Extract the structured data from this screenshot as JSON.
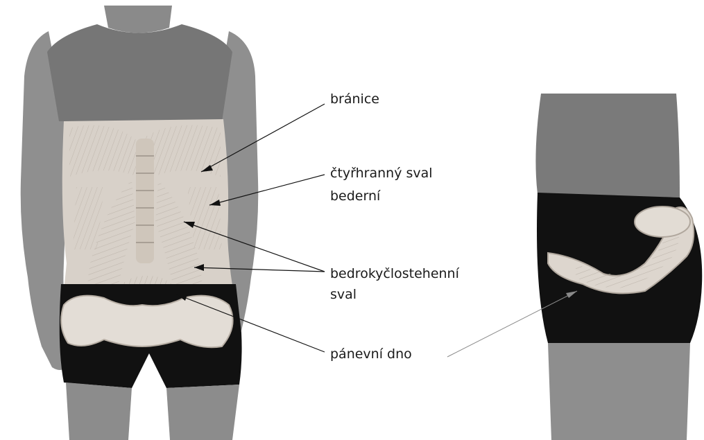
{
  "labels": {
    "diaphragm": "bránice",
    "quadratus_line1": "čtyřhranný sval",
    "quadratus_line2": "bederní",
    "iliopsoas_line1": "bedrokyčlostehenní",
    "iliopsoas_line2": "sval",
    "pelvic_floor": "pánevní dno"
  },
  "colors": {
    "skin": "#8e8e8e",
    "top": "#747474",
    "shorts": "#111111",
    "anatomy": "#d9d3cc",
    "muscle_lines": "#b5ada4",
    "arrow_dark": "#111111",
    "arrow_gray": "#8a8a8a"
  }
}
